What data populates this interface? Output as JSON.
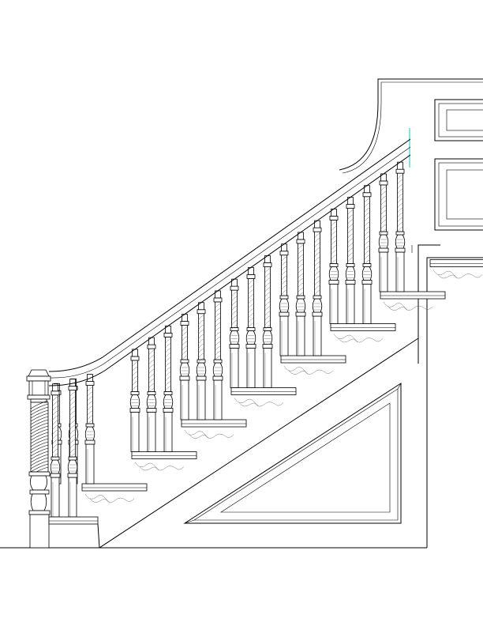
{
  "drawing": {
    "subject": "",
    "colors": {
      "line": "#000000",
      "background": "#ffffff",
      "accent": "#00c8c8"
    },
    "stair": {
      "tread_count": 8,
      "balusters_per_tread": 3,
      "baluster_style": "twisted",
      "newel_style": "twisted"
    }
  }
}
